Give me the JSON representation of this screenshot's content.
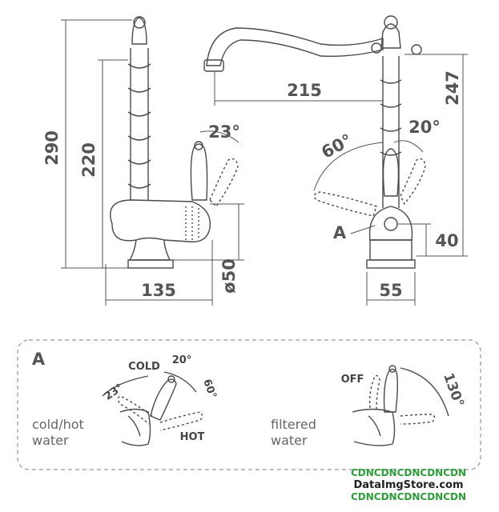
{
  "dimensions": {
    "height_total": "290",
    "height_spout": "220",
    "depth_base": "135",
    "diameter_base": "ø50",
    "angle_side": "23°",
    "reach": "215",
    "height_right": "247",
    "angle_front_left": "60°",
    "angle_front_right": "20°",
    "handle_height": "40",
    "base_width": "55"
  },
  "callout_label": "A",
  "detail": {
    "section_label": "A",
    "cold_label": "COLD",
    "hot_label": "HOT",
    "angle_20": "20°",
    "angle_23": "23°",
    "angle_60": "60°",
    "mode_left_line1": "cold/hot",
    "mode_left_line2": "water",
    "off_label": "OFF",
    "angle_130": "130°",
    "mode_right_line1": "filtered",
    "mode_right_line2": "water"
  },
  "watermark": {
    "line1": "CDNCDNCDNCDNCDN",
    "line2": "DataImgStore.com",
    "line3": "CDNCDNCDNCDNCDN",
    "color_primary": "#2e9e3a",
    "color_secondary": "#222222"
  },
  "colors": {
    "line": "#4a4a4a",
    "dim": "#555555",
    "dashed_frame": "#aaaaaa"
  }
}
